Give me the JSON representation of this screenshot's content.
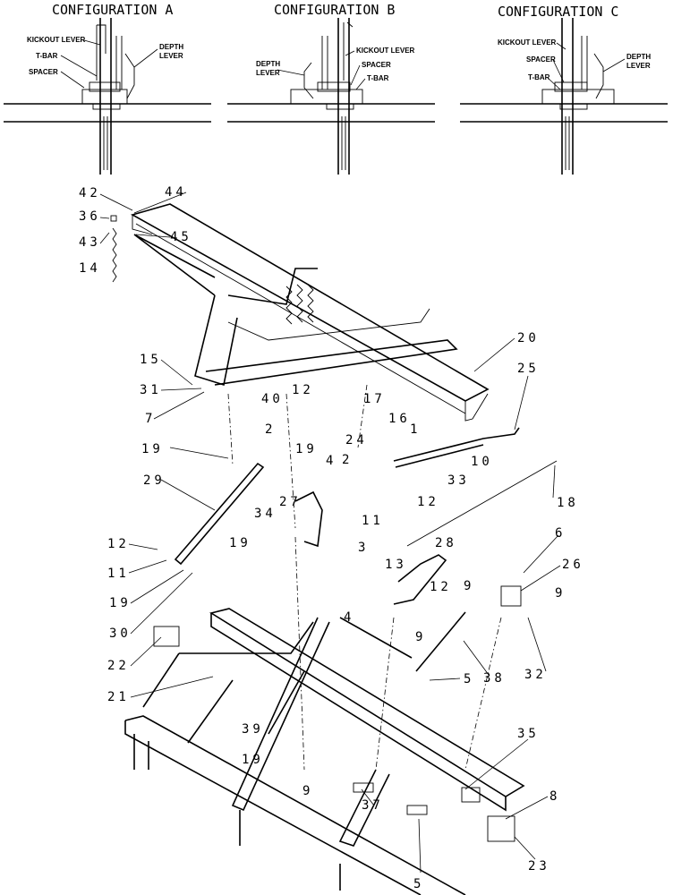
{
  "configurations": [
    {
      "title": "CONFIGURATION A",
      "labels": [
        "KICKOUT LEVER",
        "T-BAR",
        "SPACER",
        "DEPTH",
        "LEVER"
      ]
    },
    {
      "title": "CONFIGURATION B",
      "labels": [
        "KICKOUT LEVER",
        "DEPTH",
        "LEVER",
        "SPACER",
        "T-BAR"
      ]
    },
    {
      "title": "CONFIGURATION C",
      "labels": [
        "KICKOUT LEVER",
        "SPACER",
        "T-BAR",
        "DEPTH",
        "LEVER"
      ]
    }
  ],
  "callouts": [
    "42",
    "44",
    "36",
    "43",
    "45",
    "14",
    "20",
    "25",
    "15",
    "31",
    "7",
    "40",
    "12",
    "17",
    "2",
    "16",
    "24",
    "1",
    "19",
    "4",
    "33",
    "10",
    "12",
    "19",
    "29",
    "27",
    "34",
    "11",
    "2",
    "12",
    "18",
    "19",
    "3",
    "28",
    "13",
    "6",
    "26",
    "12",
    "11",
    "9",
    "9",
    "19",
    "30",
    "4",
    "22",
    "9",
    "21",
    "38",
    "32",
    "5",
    "35",
    "39",
    "19",
    "9",
    "37",
    "8",
    "23",
    "5"
  ],
  "colors": {
    "line": "#000000",
    "background": "#ffffff"
  }
}
